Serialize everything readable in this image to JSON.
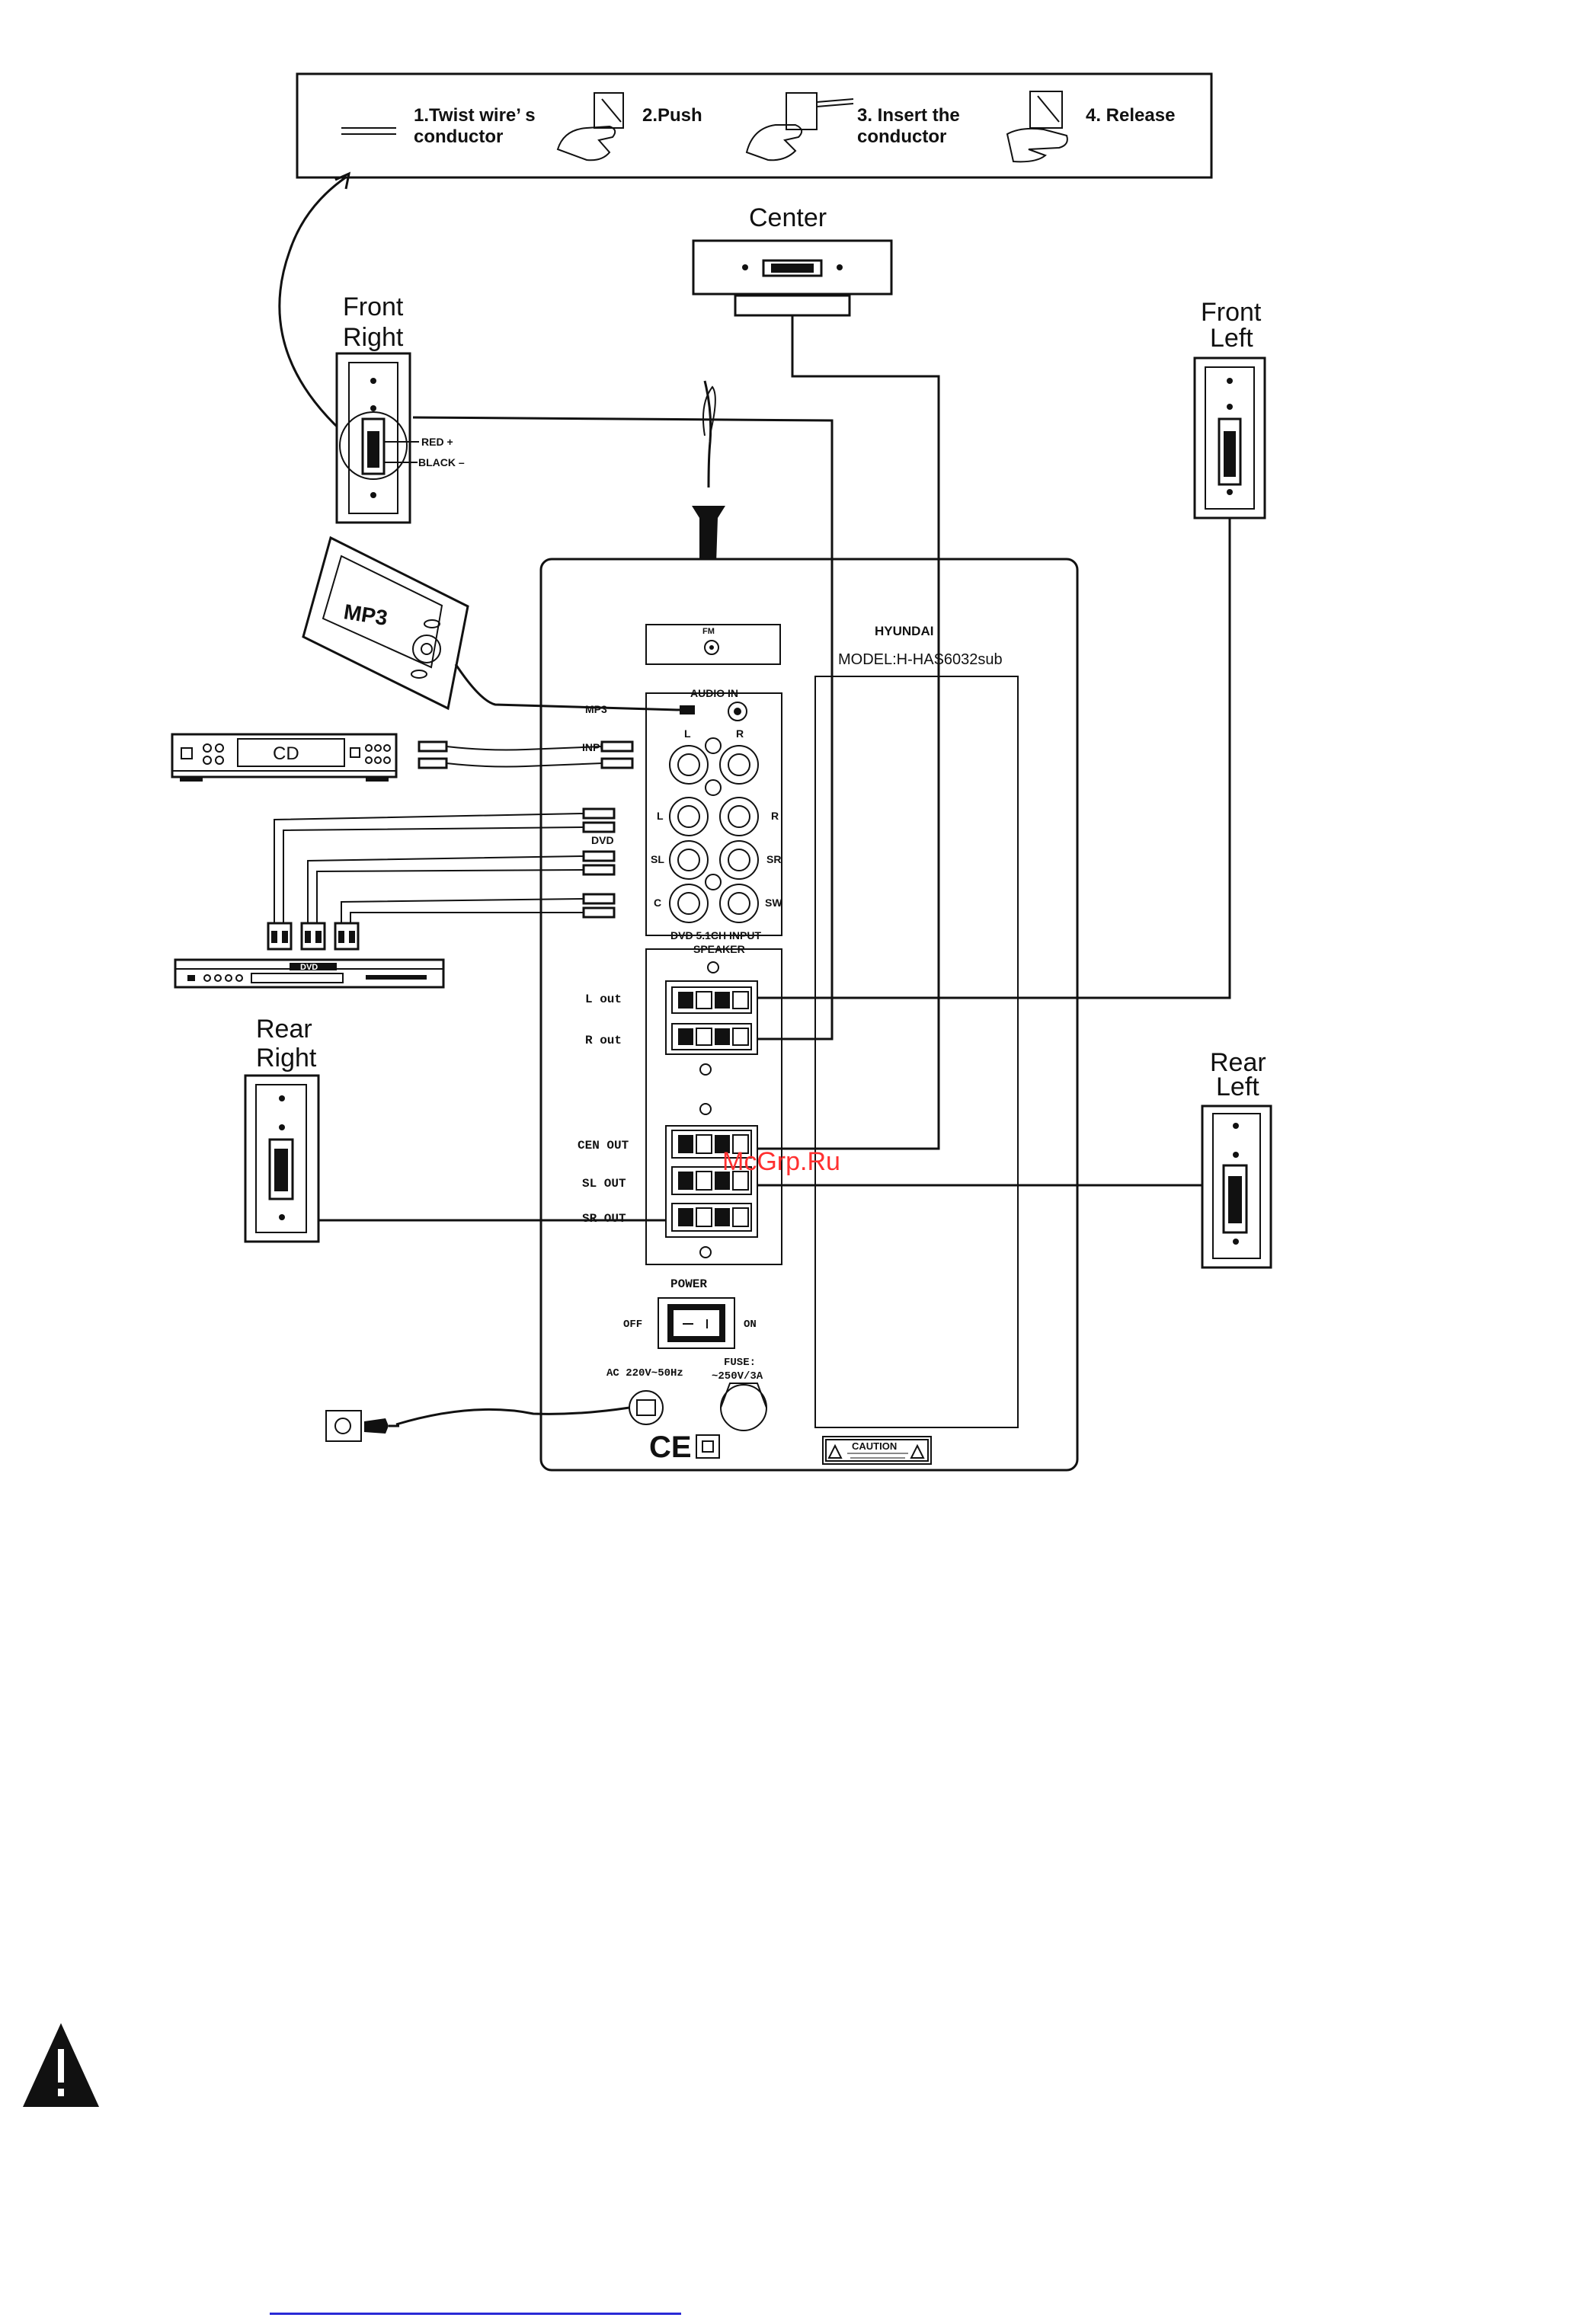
{
  "steps": [
    {
      "label_line1": "1.Twist wire’ s",
      "label_line2": "conductor",
      "icon": "wire-icon"
    },
    {
      "label_line1": "2.Push",
      "label_line2": "",
      "icon": "hand-push-icon"
    },
    {
      "label_line1": "3. Insert the",
      "label_line2": "conductor",
      "icon": "hand-insert-icon"
    },
    {
      "label_line1": "4. Release",
      "label_line2": "",
      "icon": "hand-release-icon"
    }
  ],
  "speakers": {
    "center": "Center",
    "front_right_1": "Front",
    "front_right_2": "Right",
    "front_left_1": "Front",
    "front_left_2": "Left",
    "rear_right_1": "Rear",
    "rear_right_2": "Right",
    "rear_left_1": "Rear",
    "rear_left_2": "Left"
  },
  "wire_labels": {
    "red": "RED +",
    "black": "BLACK –"
  },
  "sources": {
    "mp3": "MP3",
    "cd": "CD",
    "dvd": "DVD"
  },
  "panel": {
    "brand": "HYUNDAI",
    "model": "MODEL:H-HAS6032sub",
    "fm": "FM",
    "audio_in": "AUDIO IN",
    "mp3": "MP3",
    "input": "INPUT",
    "dvd": "DVD",
    "l": "L",
    "r": "R",
    "l2": "L",
    "r2": "R",
    "sl": "SL",
    "sr": "SR",
    "c": "C",
    "sw": "SW",
    "dvd_51": "DVD 5.1CH INPUT",
    "speaker": "SPEAKER",
    "l_out": "L out",
    "r_out": "R out",
    "cen_out": "CEN OUT",
    "sl_out": "SL OUT",
    "sr_out": "SR OUT",
    "power": "POWER",
    "off": "OFF",
    "on": "ON",
    "ac": "AC 220V~50Hz",
    "fuse1": "FUSE:",
    "fuse2": "~250V/3A",
    "ce": "CE",
    "caution": "CAUTION"
  },
  "watermark": "McGrp.Ru"
}
